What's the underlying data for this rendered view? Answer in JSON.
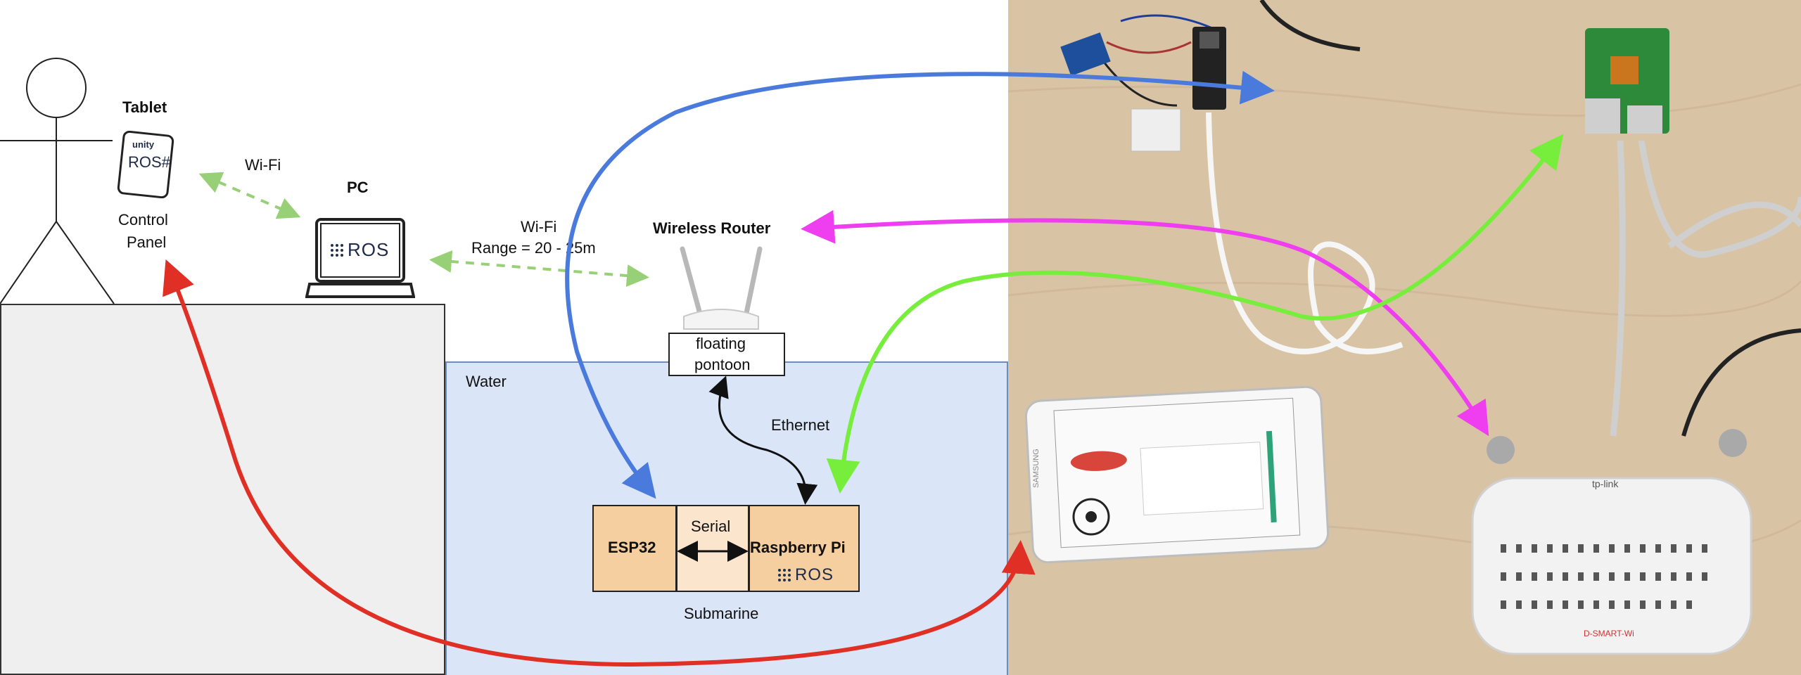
{
  "labels": {
    "tablet": "Tablet",
    "control_panel_line1": "Control",
    "control_panel_line2": "Panel",
    "wifi_tablet_pc": "Wi-Fi",
    "pc": "PC",
    "wifi_range_line1": "Wi-Fi",
    "wifi_range_line2": "Range = 20 - 25m",
    "wireless_router": "Wireless Router",
    "pontoon_line1": "floating",
    "pontoon_line2": "pontoon",
    "water": "Water",
    "ethernet": "Ethernet",
    "esp32": "ESP32",
    "serial": "Serial",
    "raspberry_pi": "Raspberry Pi",
    "submarine": "Submarine",
    "ros_badge": "ROS",
    "ros_sharp": "ROS#",
    "unity": "unity"
  },
  "photo": {
    "router_brand": "tp-link",
    "router_model": "D-SMART-Wi",
    "tablet_brand": "SAMSUNG"
  },
  "colors": {
    "blue_arrow": "#4a7bdc",
    "red_arrow": "#e03025",
    "magenta_arrow": "#ee3ef0",
    "green_arrow": "#77ee3c",
    "wifi_dashed": "#97d077",
    "water_fill": "#dae6f7",
    "water_border": "#6c8ebf",
    "box_fill": "#f5cf9f",
    "serial_fill": "#fbe6cd"
  }
}
